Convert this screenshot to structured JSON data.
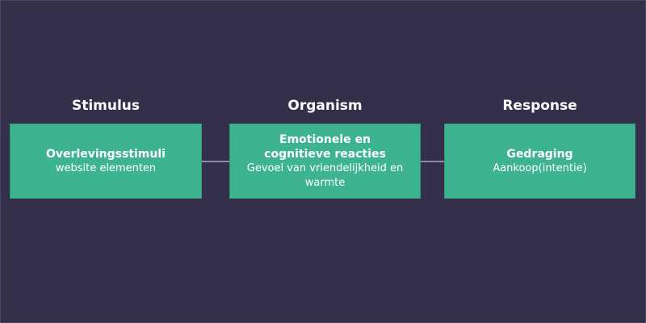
{
  "columns": [
    {
      "heading": "Stimulus",
      "box_title": "Overlevingsstimuli",
      "box_text": "website elementen"
    },
    {
      "heading": "Organism",
      "box_title": "Emotionele en cognitieve reacties",
      "box_text": "Gevoel van vriendelijkheid en warmte"
    },
    {
      "heading": "Response",
      "box_title": "Gedraging",
      "box_text": "Aankoop(intentie)"
    }
  ],
  "colors": {
    "background": "#34304c",
    "box_fill": "#3db48f",
    "connector": "#8d89a8",
    "text": "#ffffff"
  }
}
